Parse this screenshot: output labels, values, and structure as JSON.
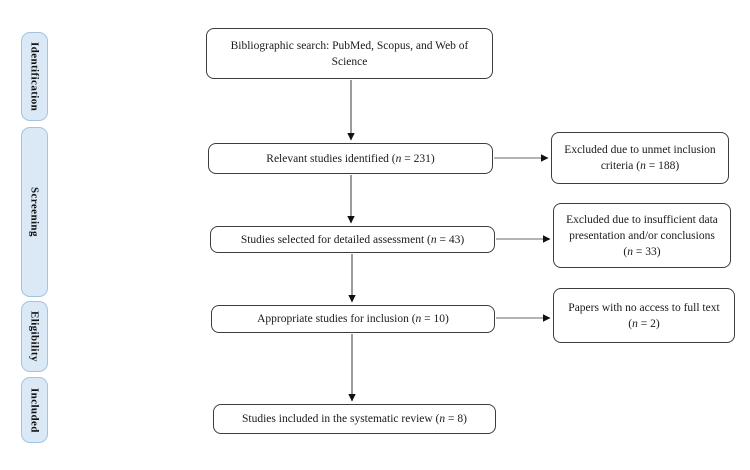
{
  "figure": {
    "type": "prisma-style-flow-diagram",
    "background_color": "#ffffff",
    "box_border_color": "#3d3d3d",
    "arrow_color": "#4a4a4a"
  },
  "sidebar": {
    "fill_color": "#dbe9f6",
    "border_color": "#a3c4e0",
    "stages": [
      {
        "label": "Identification"
      },
      {
        "label": "Screening"
      },
      {
        "label": "Eligibility"
      },
      {
        "label": "Included"
      }
    ]
  },
  "flowchart": {
    "main_boxes": [
      {
        "pre": "Bibliographic search: PubMed, Scopus, and Web of Science",
        "n": "",
        "post": ""
      },
      {
        "pre": "Relevant studies identified (",
        "n": "n",
        "post": " = 231)"
      },
      {
        "pre": "Studies selected for detailed assessment (",
        "n": "n",
        "post": " = 43)"
      },
      {
        "pre": "Appropriate studies for inclusion (",
        "n": "n",
        "post": " = 10)"
      },
      {
        "pre": "Studies included in the systematic review (",
        "n": "n",
        "post": " = 8)"
      }
    ],
    "exclusion_boxes": [
      {
        "pre": "Excluded due to unmet inclusion criteria (",
        "n": "n",
        "post": " = 188)"
      },
      {
        "pre": "Excluded due to insufficient data presentation and/or conclusions (",
        "n": "n",
        "post": " = 33)"
      },
      {
        "pre": "Papers with no access to full text (",
        "n": "n",
        "post": " = 2)"
      }
    ],
    "counts": {
      "identified": 231,
      "selected_for_assessment": 43,
      "appropriate_for_inclusion": 10,
      "included_in_review": 8,
      "excluded_unmet_criteria": 188,
      "excluded_insufficient_data": 33,
      "no_full_text_access": 2
    }
  }
}
